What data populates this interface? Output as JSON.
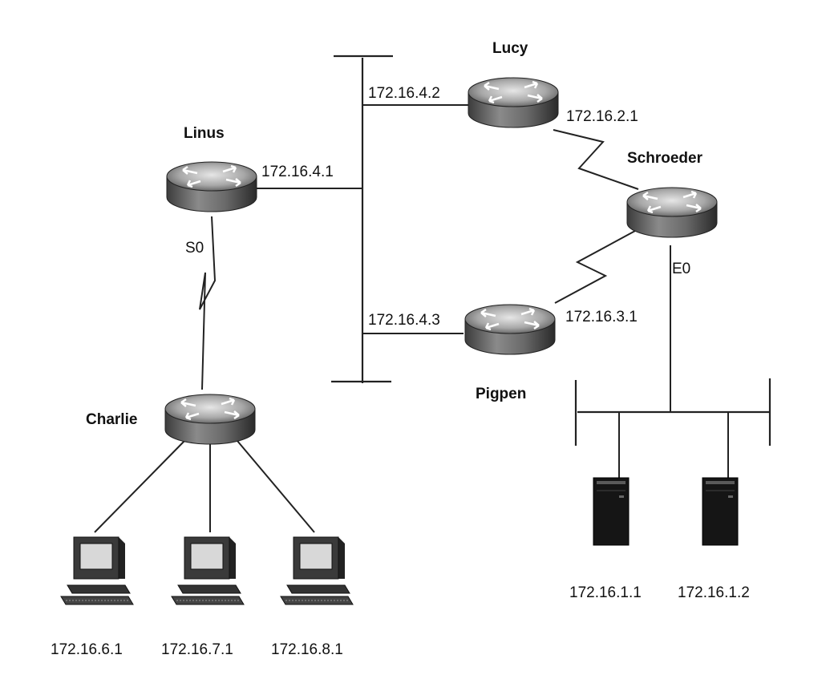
{
  "routers": {
    "linus": {
      "name": "Linus",
      "ip": "172.16.4.1",
      "serial_port": "S0"
    },
    "lucy": {
      "name": "Lucy",
      "ip_lan": "172.16.4.2",
      "ip_serial": "172.16.2.1"
    },
    "schroeder": {
      "name": "Schroeder",
      "ethernet_port": "E0"
    },
    "pigpen": {
      "name": "Pigpen",
      "ip_lan": "172.16.4.3",
      "ip_serial": "172.16.3.1"
    },
    "charlie": {
      "name": "Charlie"
    }
  },
  "hosts": {
    "pc1": "172.16.6.1",
    "pc2": "172.16.7.1",
    "pc3": "172.16.8.1"
  },
  "servers": {
    "server1": "172.16.1.1",
    "server2": "172.16.1.2"
  }
}
